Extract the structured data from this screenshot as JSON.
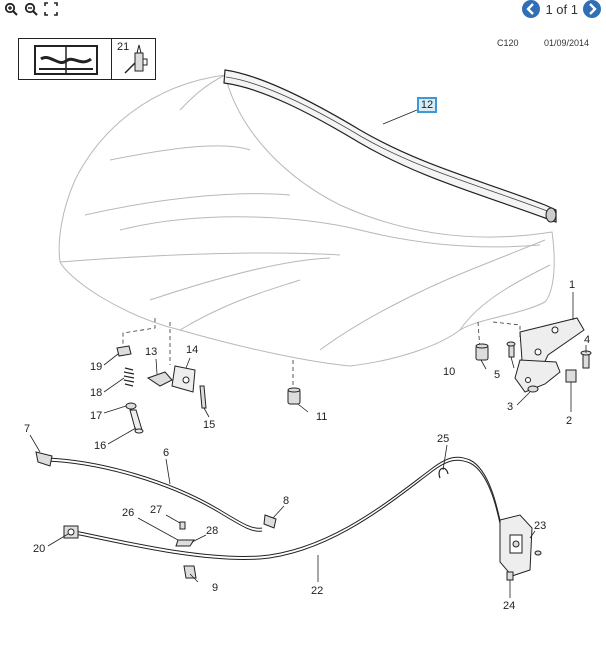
{
  "toolbar": {
    "zoom_in_icon": "zoom-in-icon",
    "zoom_out_icon": "zoom-out-icon",
    "fit_icon": "fit-to-page-icon",
    "page_label": "1 of 1"
  },
  "header": {
    "code": "C120",
    "date": "01/09/2014",
    "reference_number": "21"
  },
  "callouts": {
    "c1": "1",
    "c2": "2",
    "c3": "3",
    "c4": "4",
    "c5": "5",
    "c6": "6",
    "c7": "7",
    "c8": "8",
    "c9": "9",
    "c10": "10",
    "c11": "11",
    "c12": "12",
    "c13": "13",
    "c14": "14",
    "c15": "15",
    "c16": "16",
    "c17": "17",
    "c18": "18",
    "c19": "19",
    "c20": "20",
    "c22": "22",
    "c23": "23",
    "c24": "24",
    "c25": "25",
    "c26": "26",
    "c27": "27",
    "c28": "28"
  },
  "colors": {
    "highlight_border": "#3a9ad9",
    "highlight_fill": "#d8ecf8",
    "pager_blue": "#2f6fb5"
  }
}
